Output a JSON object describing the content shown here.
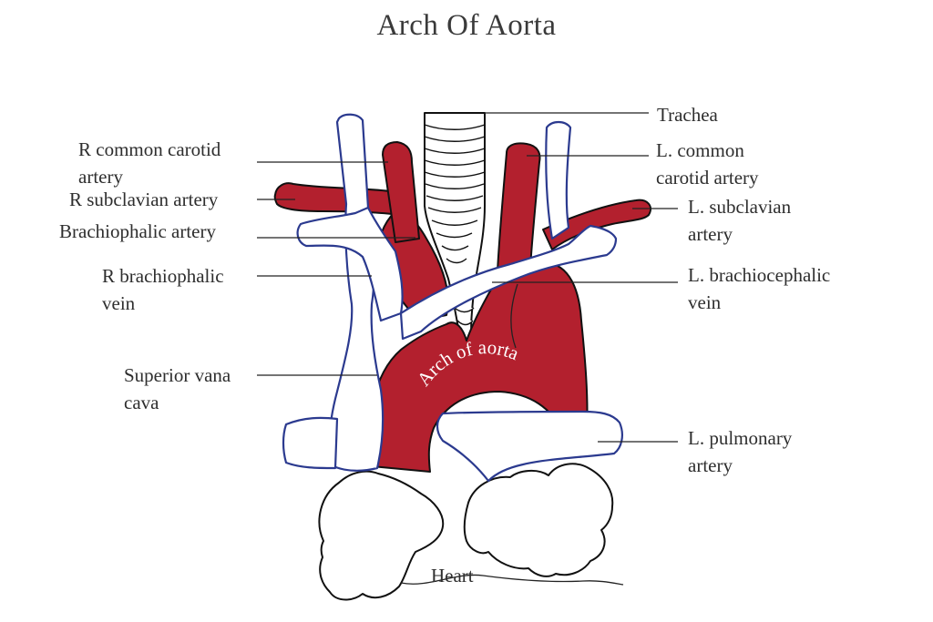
{
  "title": "Arch Of  Aorta",
  "colors": {
    "artery": "#b3202e",
    "vein": "#2b3a8f",
    "outline": "#111111"
  },
  "labels": {
    "trachea": [
      "Trachea"
    ],
    "r_common_carotid": [
      "R common carotid",
      "artery"
    ],
    "l_common_carotid": [
      "L. common",
      "carotid artery"
    ],
    "r_subclavian": [
      "R subclavian artery"
    ],
    "l_subclavian": [
      "L. subclavian",
      "artery"
    ],
    "brachiocephalic_artery": [
      "Brachiophalic artery"
    ],
    "r_brachiocephalic_vein": [
      "R brachiophalic",
      "vein"
    ],
    "l_brachiocephalic_vein": [
      "L. brachiocephalic",
      "vein"
    ],
    "superior_vena_cava": [
      "Superior vana",
      "cava"
    ],
    "l_pulmonary_artery": [
      "L. pulmonary",
      "artery"
    ],
    "heart": [
      "Heart"
    ]
  },
  "inner_label": "Arch of  aorta"
}
